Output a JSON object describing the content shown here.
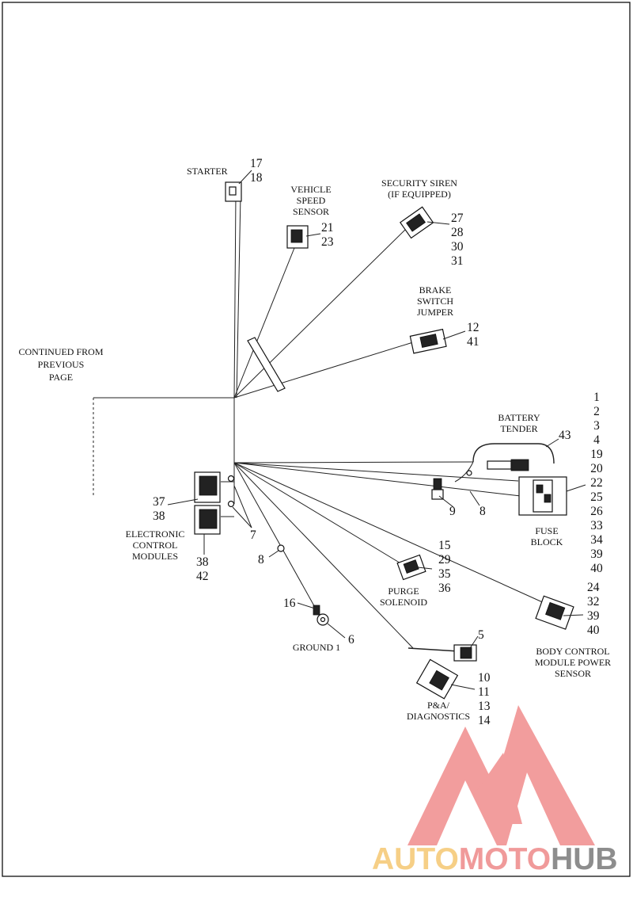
{
  "labels": {
    "starter": "STARTER",
    "vss_1": "VEHICLE",
    "vss_2": "SPEED",
    "vss_3": "SENSOR",
    "siren_1": "SECURITY SIREN",
    "siren_2": "(IF EQUIPPED)",
    "brake_1": "BRAKE",
    "brake_2": "SWITCH",
    "brake_3": "JUMPER",
    "continued_1": "CONTINUED FROM",
    "continued_2": "PREVIOUS",
    "continued_3": "PAGE",
    "battery_1": "BATTERY",
    "battery_2": "TENDER",
    "fuse_1": "FUSE",
    "fuse_2": "BLOCK",
    "ecm_1": "ELECTRONIC",
    "ecm_2": "CONTROL",
    "ecm_3": "MODULES",
    "purge_1": "PURGE",
    "purge_2": "SOLENOID",
    "ground": "GROUND 1",
    "bcm_1": "BODY CONTROL",
    "bcm_2": "MODULE POWER",
    "bcm_3": "SENSOR",
    "pa_1": "P&A/",
    "pa_2": "DIAGNOSTICS"
  },
  "callouts": {
    "starter": [
      "17",
      "18"
    ],
    "vss": [
      "21",
      "23"
    ],
    "siren": [
      "27",
      "28",
      "30",
      "31"
    ],
    "brake": [
      "12",
      "41"
    ],
    "fuse_block": [
      "1",
      "2",
      "3",
      "4",
      "19",
      "20",
      "22",
      "25",
      "26",
      "33",
      "34",
      "39",
      "40"
    ],
    "battery_tender": "43",
    "clip_9": "9",
    "clip_8_right": "8",
    "clip_8_left": "8",
    "ecm_upper": [
      "37",
      "38"
    ],
    "ecm_lower": [
      "38",
      "42"
    ],
    "ecm_7": "7",
    "purge": [
      "15",
      "29",
      "35",
      "36"
    ],
    "ground_16": "16",
    "ground_6": "6",
    "bcm": [
      "24",
      "32",
      "39",
      "40"
    ],
    "pa_5": "5",
    "pa": [
      "10",
      "11",
      "13",
      "14"
    ]
  },
  "watermark": {
    "part1": "AUTO",
    "part2": "MOTO",
    "part3": "HUB",
    "color_auto": "#f6cf86",
    "color_moto": "#f09a9a",
    "color_hub": "#8d8d8d",
    "logo_color": "#f08c8c"
  }
}
